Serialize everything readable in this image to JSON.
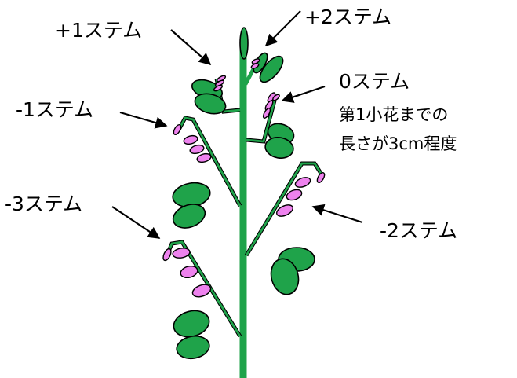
{
  "labels": {
    "plus1": "+1ステム",
    "plus2": "+2ステム",
    "zero": "0ステム",
    "zero_note_line1": "第1小花までの",
    "zero_note_line2": "長さが3cm程度",
    "minus1": "-1ステム",
    "minus2": "-2ステム",
    "minus3": "-3ステム"
  },
  "colors": {
    "stem": "#1fa34a",
    "leaf": "#1fa34a",
    "flower": "#ee82ee",
    "outline": "#000000"
  }
}
